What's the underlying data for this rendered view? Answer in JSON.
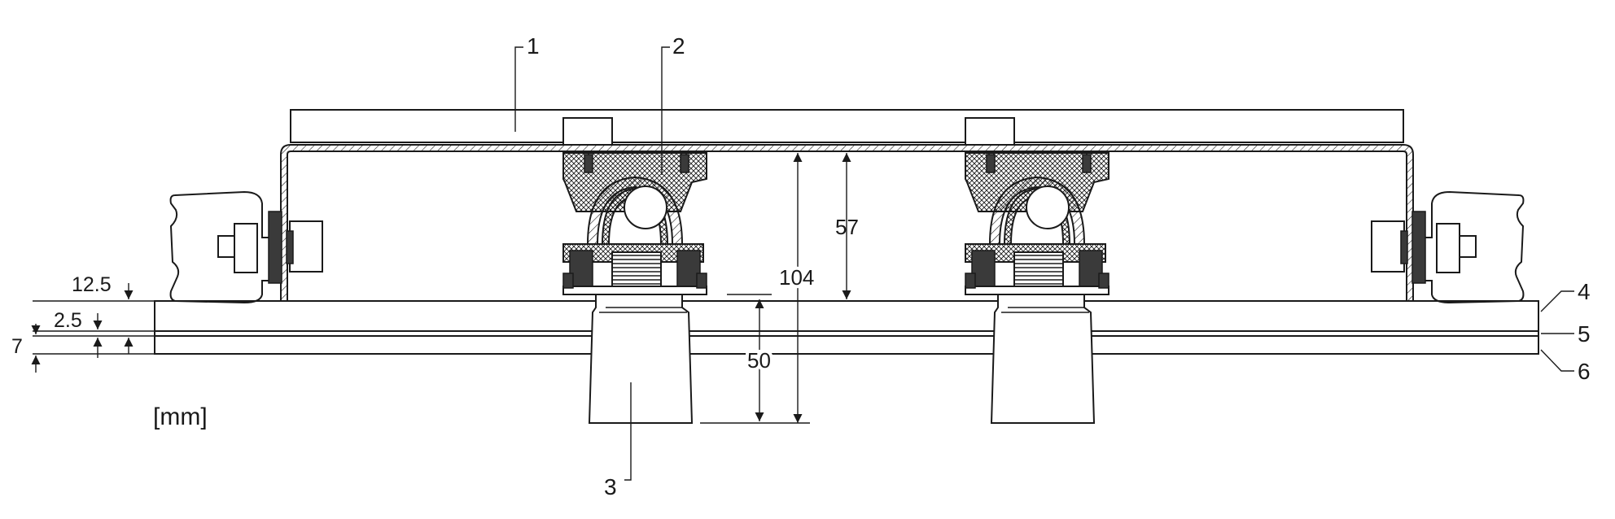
{
  "callouts": {
    "c1": "1",
    "c2": "2",
    "c3": "3",
    "c4": "4",
    "c5": "5",
    "c6": "6"
  },
  "dimensions": {
    "d57": "57",
    "d104": "104",
    "d50": "50",
    "d12_5": "12.5",
    "d2_5": "2.5",
    "d7": "7"
  },
  "unit_label": "[mm]",
  "colors": {
    "line": "#1a1a1a",
    "background": "#ffffff"
  }
}
